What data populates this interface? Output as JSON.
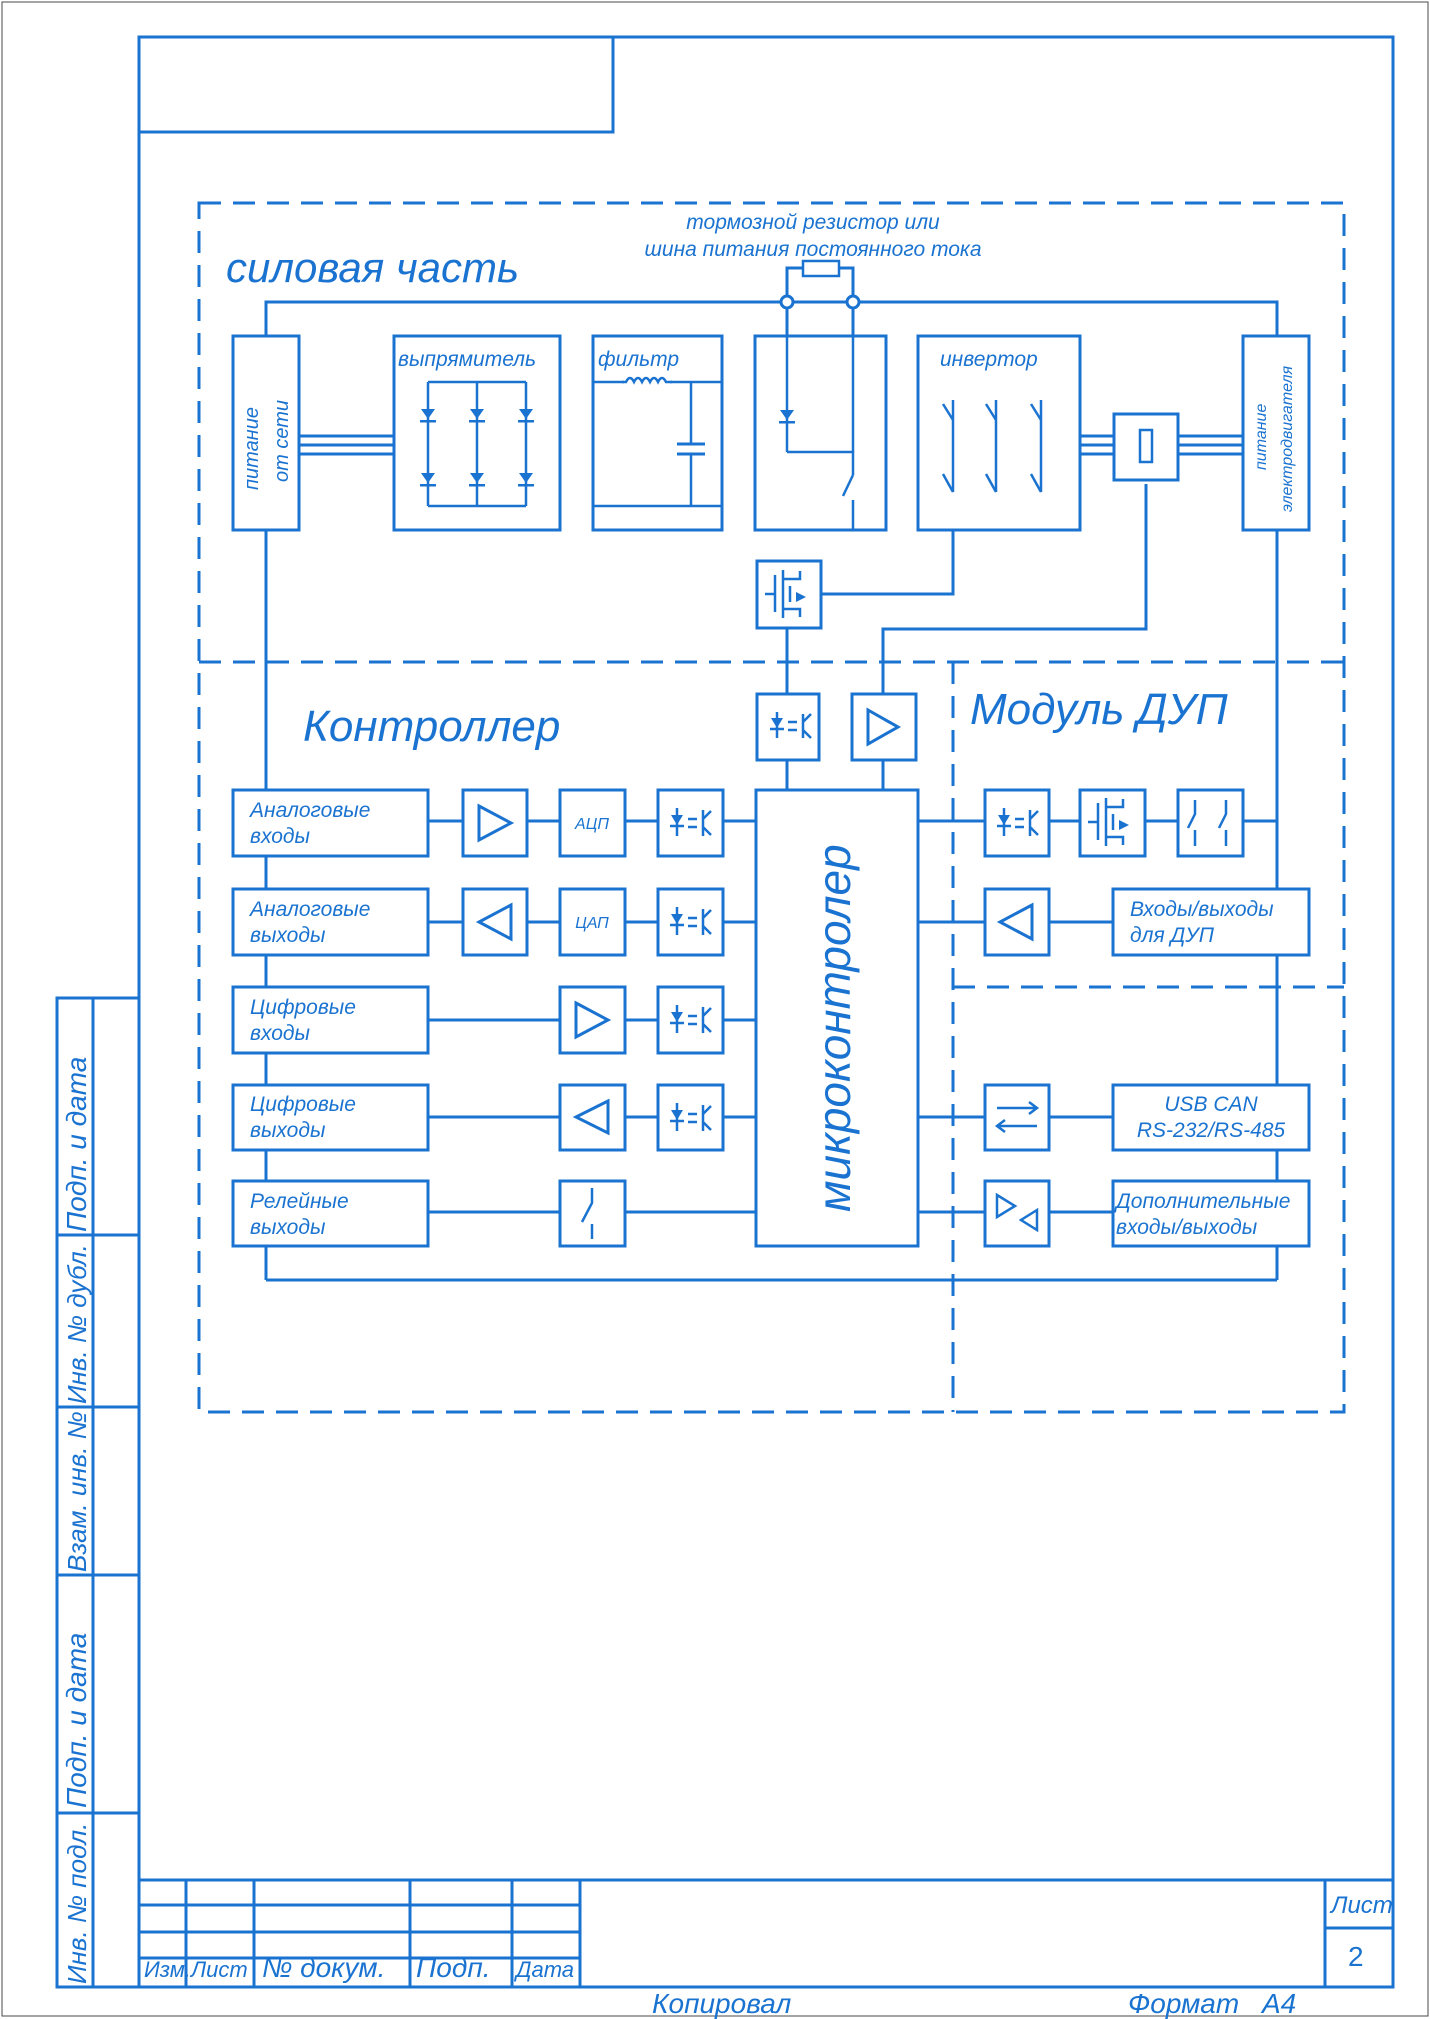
{
  "colors": {
    "line": "#1a73d0",
    "paper": "#ffffff"
  },
  "power": {
    "title": "силовая часть",
    "brake_label_1": "тормозной резистор или",
    "brake_label_2": "шина питания постоянного тока",
    "mains_1": "питание",
    "mains_2": "от сети",
    "rectifier": "выпрямитель",
    "filter": "фильтр",
    "inverter": "инвертор",
    "motor_1": "питание",
    "motor_2": "электродвигателя"
  },
  "controller": {
    "title": "Контроллер",
    "mcu": "микроконтролер",
    "adc": "АЦП",
    "dac": "ЦАП",
    "inputs": [
      {
        "line1": "Аналоговые",
        "line2": "входы"
      },
      {
        "line1": "Аналоговые",
        "line2": "выходы"
      },
      {
        "line1": "Цифровые",
        "line2": "входы"
      },
      {
        "line1": "Цифровые",
        "line2": "выходы"
      },
      {
        "line1": "Релейные",
        "line2": "выходы"
      }
    ]
  },
  "dup": {
    "title": "Модуль ДУП",
    "io_1": "Входы/выходы",
    "io_2": "для ДУП",
    "bus_1": "USB CAN",
    "bus_2": "RS-232/RS-485",
    "extra_1": "Дополнительные",
    "extra_2": "входы/выходы"
  },
  "stamp": {
    "side_labels": [
      "Подп. и дата",
      "Инв. № дубл.",
      "Взам. инв. №",
      "Подп. и дата",
      "Инв. № подл."
    ],
    "columns": [
      "Изм.",
      "Лист",
      "№ докум.",
      "Подп.",
      "Дата"
    ],
    "sheet_label": "Лист",
    "sheet_number": "2",
    "copied": "Копировал",
    "format": "Формат",
    "format_value": "А4"
  }
}
